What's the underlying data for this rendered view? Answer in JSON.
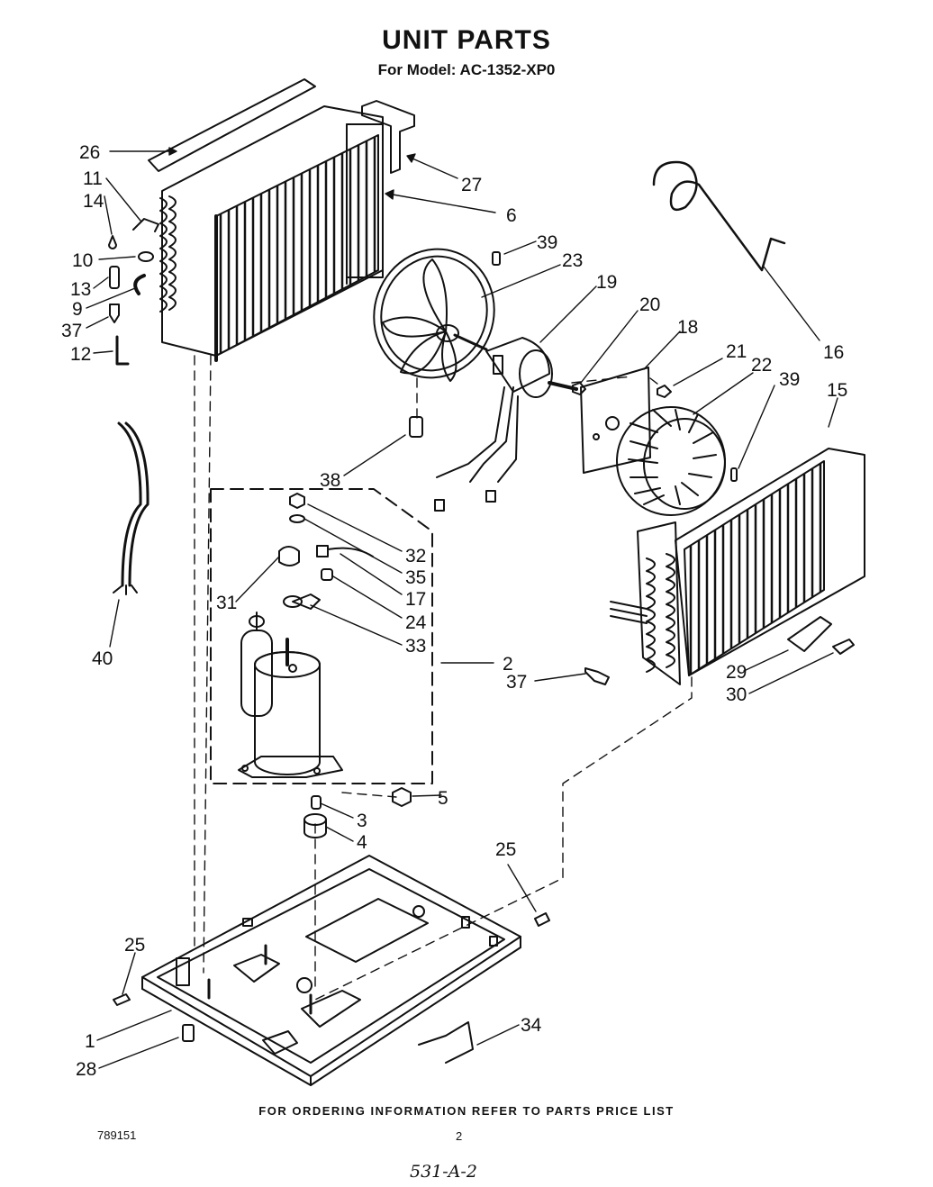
{
  "header": {
    "title": "UNIT PARTS",
    "subtitle": "For Model: AC-1352-XP0"
  },
  "callouts": [
    "26",
    "27",
    "6",
    "11",
    "14",
    "10",
    "13",
    "9",
    "37",
    "12",
    "39",
    "23",
    "19",
    "20",
    "18",
    "21",
    "22",
    "39",
    "15",
    "16",
    "38",
    "32",
    "35",
    "31",
    "17",
    "24",
    "33",
    "2",
    "37",
    "29",
    "30",
    "40",
    "3",
    "5",
    "4",
    "25",
    "25",
    "1",
    "28",
    "34"
  ],
  "footer": {
    "note": "FOR ORDERING INFORMATION REFER TO PARTS PRICE LIST",
    "doc_number": "789151",
    "page_number": "2",
    "handwritten": "531-A-2"
  }
}
